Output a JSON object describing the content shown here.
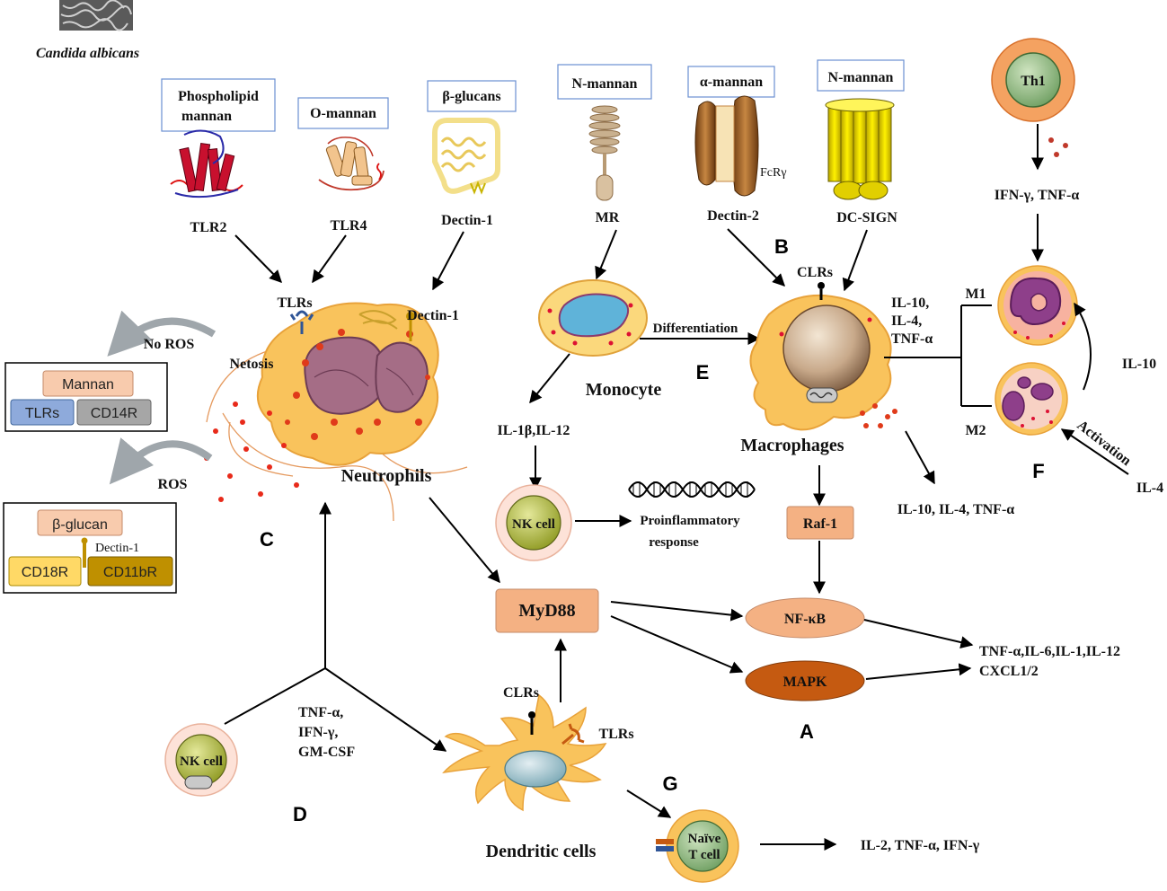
{
  "species": "Candida albicans",
  "ligands": {
    "phospholipid_mannan_1": "Phospholipid",
    "phospholipid_mannan_2": "mannan",
    "o_mannan": "O-mannan",
    "beta_glucans": "β-glucans",
    "n_mannan_mr": "N-mannan",
    "alpha_mannan": "α-mannan",
    "n_mannan_dcsign": "N-mannan"
  },
  "receptors": {
    "tlr2": "TLR2",
    "tlr4": "TLR4",
    "dectin1": "Dectin-1",
    "mr": "MR",
    "dectin2": "Dectin-2",
    "fcr": "FcRγ",
    "dcsign": "DC-SIGN",
    "tlrs_neutrophil": "TLRs",
    "dectin1_neutrophil": "Dectin-1",
    "clrs_macrophage": "CLRs",
    "clrs_dc": "CLRs",
    "tlrs_dc": "TLRs"
  },
  "cells": {
    "neutrophils": "Neutrophils",
    "monocyte": "Monocyte",
    "macrophages": "Macrophages",
    "nk_cell_upper": "NK cell",
    "nk_cell_lower": "NK cell",
    "dendritic_cells": "Dendritic cells",
    "naive_t_1": "Naïve",
    "naive_t_2": "T cell",
    "th1": "Th1",
    "m1": "M1",
    "m2": "M2"
  },
  "processes": {
    "netosis": "Netosis",
    "no_ros": "No ROS",
    "ros": "ROS",
    "differentiation": "Differentiation",
    "proinflammatory_1": "Proinflammatory",
    "proinflammatory_2": "response",
    "activation": "Activation"
  },
  "boxes": {
    "mannan": "Mannan",
    "tlrs": "TLRs",
    "cd14r": "CD14R",
    "beta_glucan": "β-glucan",
    "dectin1_small": "Dectin-1",
    "cd18r": "CD18R",
    "cd11br": "CD11bR"
  },
  "signaling": {
    "myd88": "MyD88",
    "nfkb": "NF-κB",
    "mapk": "MAPK",
    "raf1": "Raf-1"
  },
  "cytokines": {
    "il1b_il12": "IL-1β,IL-12",
    "mac_side_1": "IL-10,",
    "mac_side_2": "IL-4,",
    "mac_side_3": "TNF-α",
    "mac_lower": "IL-10, IL-4, TNF-α",
    "ifn_tnf": "IFN-γ, TNF-α",
    "il10": "IL-10",
    "il4": "IL-4",
    "out_1": "TNF-α,IL-6,IL-1,IL-12",
    "out_2": "CXCL1/2",
    "nk_1": "TNF-α,",
    "nk_2": "IFN-γ,",
    "nk_3": "GM-CSF",
    "tcell_out": "IL-2, TNF-α, IFN-γ"
  },
  "panel_letters": {
    "a": "A",
    "b": "B",
    "c": "C",
    "d": "D",
    "e": "E",
    "f": "F",
    "g": "G"
  },
  "colors": {
    "cell_orange": "#f9c35c",
    "signal_box": "#f4b183",
    "mapk": "#c55a11",
    "label_border": "#6a8fd1",
    "tlr_blue": "#8eaadb",
    "cd14_gray": "#a6a6a6",
    "cd18_yellow": "#ffd966",
    "cd11b_gold": "#bf9000"
  }
}
